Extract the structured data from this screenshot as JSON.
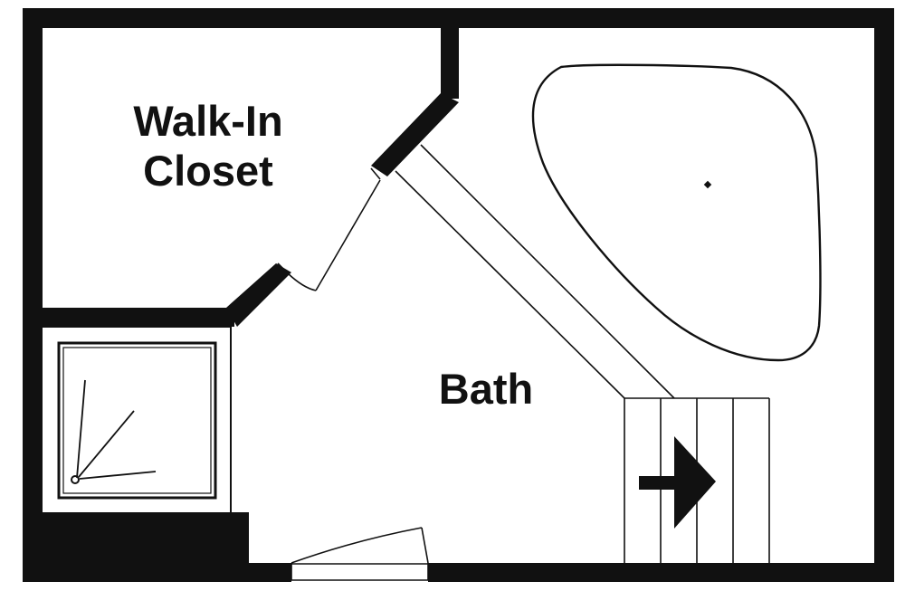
{
  "rooms": {
    "closet": {
      "line1": "Walk-In",
      "line2": "Closet"
    },
    "bath": {
      "label": "Bath"
    }
  },
  "icons": {
    "stairs_arrow": "arrow-right-icon",
    "shower_drain": "drain-icon",
    "tub_drain": "drain-icon"
  },
  "colors": {
    "wall": "#111111",
    "fixture_line": "#111111",
    "background": "#ffffff"
  }
}
